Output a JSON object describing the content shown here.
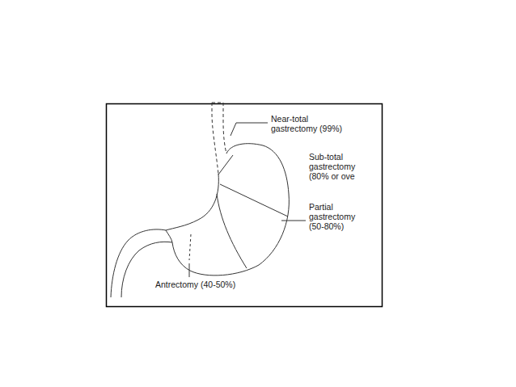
{
  "diagram": {
    "labels": [
      "Near-total gastrectomy (99%)",
      "Sub-total gastrectomy (80% or ove",
      "Partial gastrectomy (50-80%)",
      "Antrectomy (40-50%)"
    ]
  }
}
